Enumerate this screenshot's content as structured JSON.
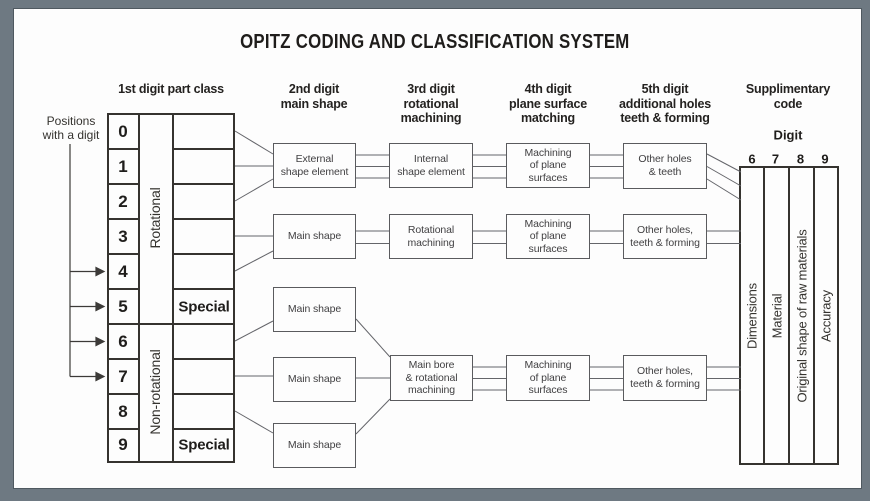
{
  "title": "OPITZ CODING AND CLASSIFICATION SYSTEM",
  "positions_label": "Positions\nwith a digit",
  "headers": {
    "first": "1st digit part class",
    "second": "2nd digit\nmain shape",
    "third": "3rd digit\nrotational\nmachining",
    "fourth": "4th digit\nplane surface\nmatching",
    "fifth": "5th digit\nadditional holes\nteeth & forming",
    "supplementary": "Supplimentary\ncode"
  },
  "part_class": {
    "digits": [
      "0",
      "1",
      "2",
      "3",
      "4",
      "5",
      "6",
      "7",
      "8",
      "9"
    ],
    "rotational": "Rotational",
    "non_rotational": "Non-rotational",
    "special_rotational": "Special",
    "special_non_rotational": "Special"
  },
  "boxes": {
    "external_shape": "External\nshape element",
    "internal_shape": "Internal\nshape element",
    "main_shape_rot": "Main shape",
    "rotational_machining": "Rotational\nmachining",
    "main_shape_a": "Main shape",
    "main_shape_b": "Main shape",
    "main_shape_c": "Main shape",
    "main_bore": "Main bore\n& rotational\nmachining",
    "plane_1": "Machining\nof plane\nsurfaces",
    "plane_2": "Machining\nof plane\nsurfaces",
    "plane_3": "Machining\nof plane\nsurfaces",
    "holes_1": "Other holes\n& teeth",
    "holes_2": "Other holes,\nteeth & forming",
    "holes_3": "Other holes,\nteeth & forming"
  },
  "supplementary": {
    "digit_heading": "Digit",
    "digits": [
      "6",
      "7",
      "8",
      "9"
    ],
    "columns": [
      "Dimensions",
      "Material",
      "Original shape of raw materials",
      "Accuracy"
    ]
  },
  "colors": {
    "frame": "#6e7982",
    "paper": "#fdfdfd",
    "ink": "#1f1d1b",
    "table_line": "#35332f",
    "box_line": "#5a5b5e"
  }
}
